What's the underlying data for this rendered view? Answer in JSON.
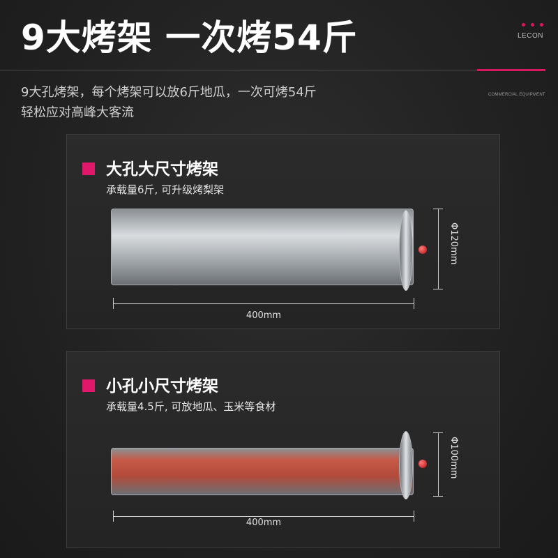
{
  "header": {
    "headline": "9大烤架 一次烤54斤",
    "brand": "LECON",
    "subtitle": "COMMERCIAL EQUIPMENT",
    "accent_color": "#d8175e"
  },
  "intro": {
    "line1": "9大孔烤架，每个烤架可以放6斤地瓜，一次可烤54斤",
    "line2": "轻松应对高峰大客流"
  },
  "panels": [
    {
      "title": "大孔大尺寸烤架",
      "description": "承载量6斤, 可升级烤梨架",
      "width_label": "400mm",
      "diameter_label": "Φ120mm",
      "illustration": "rack-with-cups"
    },
    {
      "title": "小孔小尺寸烤架",
      "description": "承载量4.5斤, 可放地瓜、玉米等食材",
      "width_label": "400mm",
      "diameter_label": "Φ100mm",
      "illustration": "rack-with-sweet-potatoes"
    }
  ]
}
